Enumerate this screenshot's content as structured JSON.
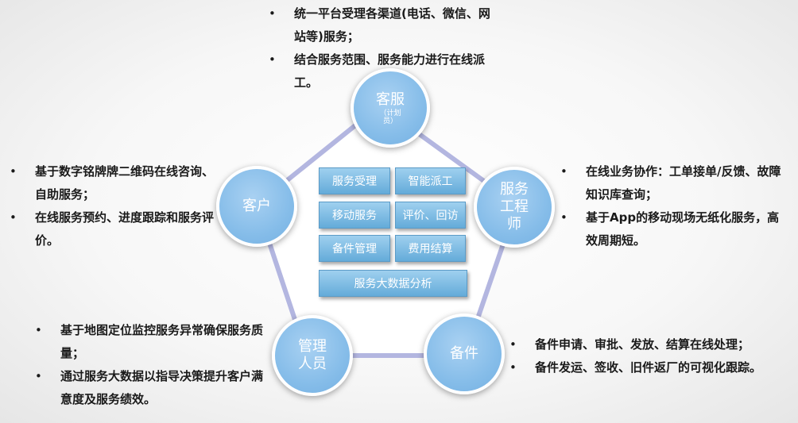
{
  "nodes": {
    "kefu": {
      "label": "客服",
      "sub": "（计划\n员）"
    },
    "kehu": {
      "label": "客户"
    },
    "engineer": {
      "label": "服务\n工程\n师"
    },
    "manager": {
      "label": "管理\n人员"
    },
    "parts": {
      "label": "备件"
    }
  },
  "modules": [
    "服务受理",
    "智能派工",
    "移动服务",
    "评价、回访",
    "备件管理",
    "费用结算",
    "服务大数据分析"
  ],
  "descriptions": {
    "kefu": [
      "统一平台受理各渠道(电话、微信、网站等)服务；",
      "结合服务范围、服务能力进行在线派工。"
    ],
    "kehu": [
      "基于数字铭牌牌二维码在线咨询、自助服务；",
      "在线服务预约、进度跟踪和服务评价。"
    ],
    "engineer": [
      "在线业务协作：工单接单/反馈、故障知识库查询；",
      "基于App的移动现场无纸化服务，高效周期短。"
    ],
    "manager": [
      "基于地图定位监控服务异常确保服务质量；",
      "通过服务大数据以指导决策提升客户满意度及服务绩效。"
    ],
    "parts": [
      "备件申请、审批、发放、结算在线处理；",
      "备件发运、签收、旧件返厂的可视化跟踪。"
    ]
  },
  "colors": {
    "node_fill": "#86bde9",
    "pentagon_stroke": "#b3b6e0",
    "module_fill": "#64abd9"
  }
}
